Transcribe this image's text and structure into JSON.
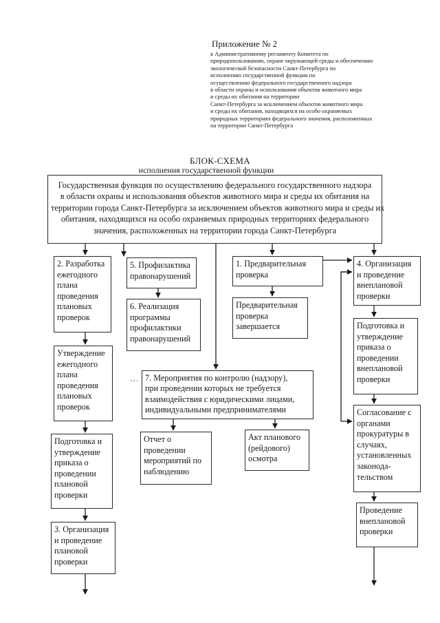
{
  "appendix": {
    "title": "Приложение № 2",
    "lines": [
      "к Административному регламенту Комитета по",
      "природопользованию, охране окружающей среды и обеспечению",
      "экологической безопасности Санкт-Петербурга по",
      "исполнению государственной функции по",
      "осуществлению федерального государственного надзора",
      "в области охраны и использования объектов животного мира",
      "и среды их обитания на территории",
      "Санкт-Петербурга за исключением объектов животного мира",
      "и среды их обитания, находящихся на особо охраняемых",
      "природных территориях федерального значения, расположенных",
      "на территории Санкт-Петербурга"
    ]
  },
  "heading": {
    "title": "БЛОК-СХЕМА",
    "subtitle": "исполнения государственной функции"
  },
  "boxes": {
    "main": [
      "Государственная функция по осуществлению федерального государственного надзора",
      "в области охраны и использования объектов животного мира и среды их обитания на",
      "территории города Санкт-Петербурга за исключением объектов животного мира и среды их",
      "обитания, находящихся на особо охраняемых природных территориях федерального",
      "значения, расположенных на территории города Санкт-Петербурга"
    ],
    "b2": [
      "2. Разработка",
      "ежегодного",
      "плана",
      "проведения",
      "плановых",
      "проверок"
    ],
    "approve": [
      "Утверждение",
      "ежегодного",
      "плана",
      "проведения",
      "плановых",
      "проверок"
    ],
    "prep_planned": [
      "Подготовка и",
      "утверждение",
      "приказа о",
      "проведении",
      "плановой",
      "проверки"
    ],
    "b3": [
      "3. Организация",
      "и проведение",
      "плановой",
      "проверки"
    ],
    "b5": [
      "5. Профилактика",
      "правонарушений"
    ],
    "b6": [
      "6. Реализация",
      "программы",
      "профилактики",
      "правонарушений"
    ],
    "b1": [
      "1. Предварительная",
      "проверка"
    ],
    "prelim_done": [
      "Предварительная",
      "проверка",
      "завершается"
    ],
    "b7": [
      "7. Мероприятия по контролю (надзору),",
      "при проведении которых не требуется",
      "взаимодействия с юридическими лицами,",
      "индивидуальными предпринимателями"
    ],
    "report": [
      "Отчет о",
      "проведении",
      "мероприятий по",
      "наблюдению"
    ],
    "act": [
      "Акт планового",
      "(рейдового)",
      "осмотра"
    ],
    "b4": [
      "4. Организация",
      "и проведение",
      "внеплановой",
      "проверки"
    ],
    "prep_unplanned": [
      "Подготовка и",
      "утверждение",
      "приказа о",
      "проведении",
      "внеплановой",
      "проверки"
    ],
    "agree": [
      "Согласование с",
      "органами",
      "прокуратуры в",
      "случаях,",
      "установленных",
      "законода-",
      "тельством"
    ],
    "conduct": [
      "Проведение",
      "внеплановой",
      "проверки"
    ]
  }
}
